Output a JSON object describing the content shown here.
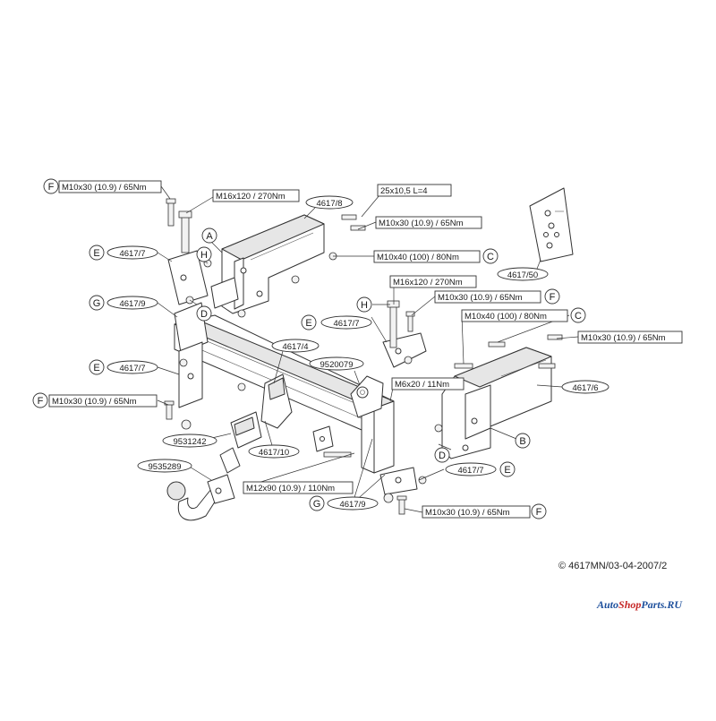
{
  "labels": {
    "F_top_left": "M10x30 (10.9) / 65Nm",
    "m16_top": "M16x120 / 270Nm",
    "p4617_8": "4617/8",
    "sleeve": "25x10,5 L=4",
    "m10_top_right": "M10x30 (10.9) / 65Nm",
    "m10x40_top": "M10x40 (100) / 80Nm",
    "p4617_7_a": "4617/7",
    "p4617_9_a": "4617/9",
    "p4617_4": "4617/4",
    "p9520079": "9520079",
    "p4617_7_b": "4617/7",
    "F_mid_left": "M10x30 (10.9) / 65Nm",
    "m16_right": "M16x120 / 270Nm",
    "F_right_1": "M10x30 (10.9) / 65Nm",
    "p4617_7_c": "4617/7",
    "m10x40_right": "M10x40 (100) / 80Nm",
    "m10_right_2": "M10x30 (10.9) / 65Nm",
    "m6": "M6x20 / 11Nm",
    "p4617_6": "4617/6",
    "p9531242": "9531242",
    "p4617_10": "4617/10",
    "p9535289": "9535289",
    "m12": "M12x90 (10.9) / 110Nm",
    "p4617_9_b": "4617/9",
    "p4617_7_d": "4617/7",
    "F_bottom": "M10x30 (10.9) / 65Nm",
    "p4617_50": "4617/50"
  },
  "letters": {
    "F1": "F",
    "A": "A",
    "E1": "E",
    "H1": "H",
    "C1": "C",
    "D1": "D",
    "G1": "G",
    "E2": "E",
    "F2": "F",
    "H2": "H",
    "F3": "F",
    "E3": "E",
    "C2": "C",
    "B": "B",
    "D2": "D",
    "E4": "E",
    "G2": "G",
    "F4": "F"
  },
  "copyright": "© 4617MN/03-04-2007/2",
  "logo": {
    "part1": "Auto",
    "part2": "Shop",
    "part3": "Parts.RU"
  }
}
